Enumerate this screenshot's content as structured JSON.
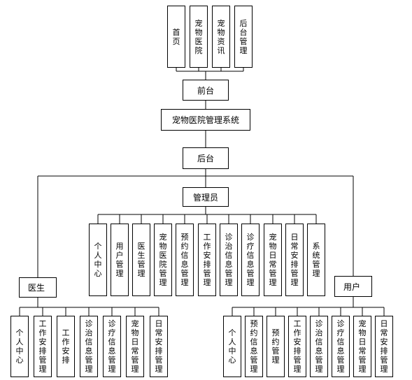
{
  "frontend": {
    "pages": [
      "首页",
      "宠物医院",
      "宠物资讯",
      "后台管理"
    ],
    "label": "前台"
  },
  "system": {
    "title": "宠物医院管理系统"
  },
  "backend": {
    "label": "后台"
  },
  "admin": {
    "label": "管理员",
    "modules": [
      "个人中心",
      "用户管理",
      "医生管理",
      "宠物医院管理",
      "预约信息管理",
      "工作安排管理",
      "诊治信息管理",
      "诊疗信息管理",
      "宠物日常管理",
      "日常安排管理",
      "系统管理"
    ]
  },
  "doctor": {
    "label": "医生",
    "modules": [
      "个人中心",
      "工作安排管理",
      "工作安排",
      "诊治信息管理",
      "诊疗信息管理",
      "宠物日常管理",
      "日常安排管理"
    ]
  },
  "user": {
    "label": "用户",
    "modules": [
      "个人中心",
      "预约信息管理",
      "预约管理",
      "工作安排管理",
      "诊治信息管理",
      "诊疗信息管理",
      "宠物日常管理",
      "日常安排管理"
    ]
  }
}
